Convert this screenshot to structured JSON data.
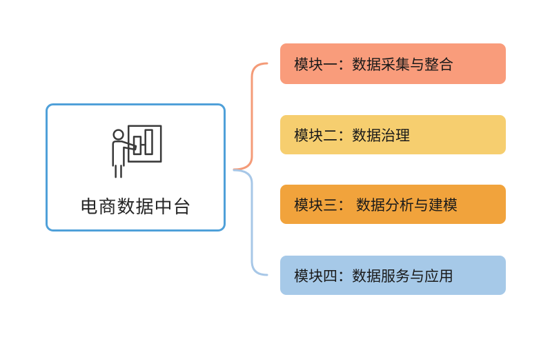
{
  "center": {
    "label": "电商数据中台",
    "border_color": "#4FA0D9",
    "icon": "person-presenting-bar-chart-icon",
    "icon_color": "#3A3A3A",
    "text_color": "#262626"
  },
  "modules": [
    {
      "label": "模块一：数据采集与整合",
      "color": "#F99C7B"
    },
    {
      "label": "模块二：数据治理",
      "color": "#F6CE6F"
    },
    {
      "label": "模块三： 数据分析与建模",
      "color": "#F1A33C"
    },
    {
      "label": "模块四：数据服务与应用",
      "color": "#A6C9E8"
    }
  ],
  "brace": {
    "top_color": "#F49B78",
    "bottom_color": "#A7C7E7"
  }
}
